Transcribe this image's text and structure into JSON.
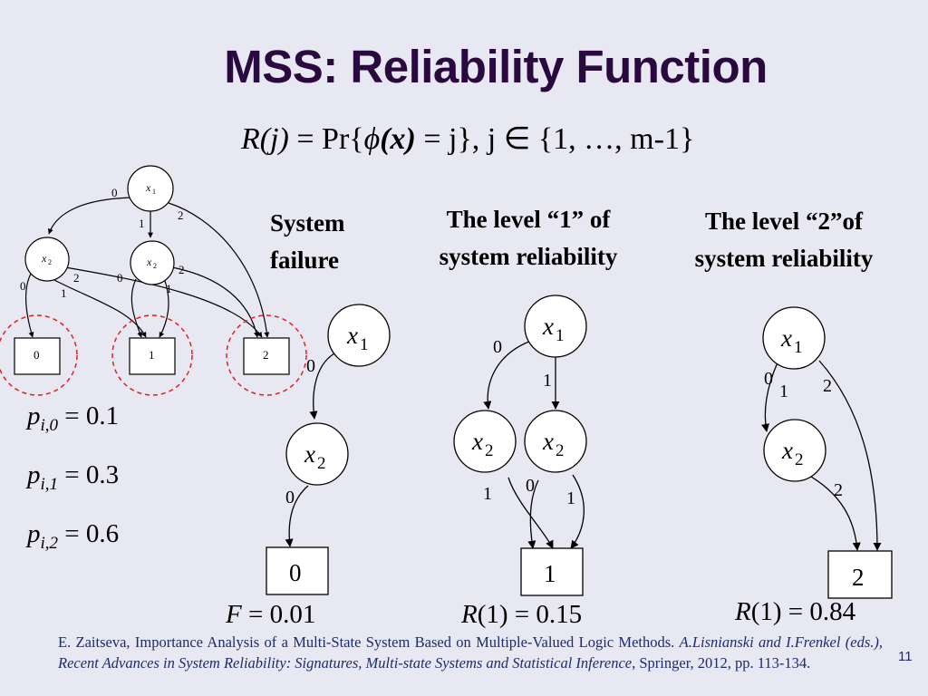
{
  "title": "MSS: Reliability Function",
  "formula": {
    "lhs": "R(j)",
    "eq": " = Pr{",
    "phi": "ϕ",
    "arg": "(x)",
    "rest": " = j},  j ∈ {1, …, m-1}"
  },
  "headings": {
    "failure": [
      "System",
      "failure"
    ],
    "level1": [
      "The level “1” of",
      "system reliability"
    ],
    "level2": [
      "The level “2”of",
      "system reliability"
    ]
  },
  "probabilities": [
    {
      "sym": "p",
      "sub": "i,0",
      "value": " = 0.1"
    },
    {
      "sym": "p",
      "sub": "i,1",
      "value": " = 0.3"
    },
    {
      "sym": "p",
      "sub": "i,2",
      "value": " = 0.6"
    }
  ],
  "results": {
    "failure": {
      "sym": "F",
      "value": " = 0.01"
    },
    "level1": {
      "sym": "R",
      "arg": "(1)",
      "value": " = 0.15"
    },
    "level2": {
      "sym": "R",
      "arg": "(1)",
      "value": " = 0.84"
    }
  },
  "diagram_labels": {
    "var1": "x",
    "sub1": "1",
    "var2": "x",
    "sub2": "2",
    "term0": "0",
    "term1": "1",
    "term2": "2",
    "e0": "0",
    "e1": "1",
    "e2": "2"
  },
  "citation": {
    "text1": "E. Zaitseva, Importance Analysis of a Multi-State System Based on Multiple-Valued Logic Methods. ",
    "italic": "A.Lisnianski and I.Frenkel (eds.), Recent Advances in System Reliability: Signatures, Multi-state Systems and Statistical Inference",
    "text2": ", Springer, 2012, pp. 113-134."
  },
  "slide_number": "11",
  "colors": {
    "background": "#e8e8f3",
    "title": "#2a0a3e",
    "citation": "#1c2a6e",
    "highlight_circle": "#e02020"
  }
}
